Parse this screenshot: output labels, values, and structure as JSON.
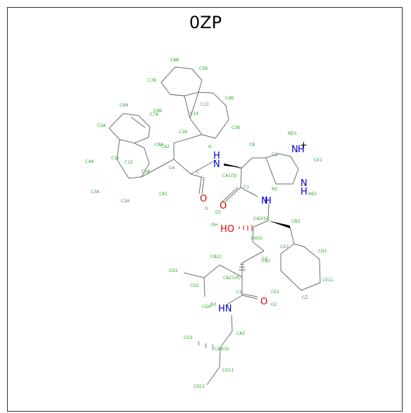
{
  "title": "0ZP",
  "colors": {
    "bond": "#6e6e6e",
    "atom_label": "#2ea22e",
    "nitrogen": "#0000cc",
    "oxygen": "#e00000"
  },
  "heteroatoms": [
    {
      "id": "h1",
      "text": "N",
      "color": "nitrogen"
    },
    {
      "id": "h2",
      "text": "H",
      "color": "nitrogen"
    },
    {
      "id": "h3",
      "text": "O",
      "color": "oxygen"
    },
    {
      "id": "h4",
      "text": "N",
      "color": "nitrogen"
    },
    {
      "id": "h5",
      "text": "H",
      "color": "nitrogen"
    },
    {
      "id": "h6",
      "text": "O",
      "color": "oxygen"
    },
    {
      "id": "h7",
      "text": "HO",
      "color": "oxygen"
    },
    {
      "id": "h8",
      "text": "O",
      "color": "oxygen"
    },
    {
      "id": "h9",
      "text": "HN",
      "color": "nitrogen"
    },
    {
      "id": "h10",
      "text": "N",
      "color": "nitrogen"
    },
    {
      "id": "h11",
      "text": "H",
      "color": "nitrogen"
    },
    {
      "id": "h12",
      "text": "H",
      "color": "nitrogen"
    },
    {
      "id": "h13",
      "text": "N",
      "color": "nitrogen"
    }
  ],
  "atom_labels": [
    "C8B",
    "C5B",
    "C7B",
    "C4B",
    "C6A",
    "C13",
    "C9B",
    "C14",
    "C7A",
    "C5A",
    "C3B",
    "C1B",
    "C8A",
    "C62",
    "CB",
    "C4A",
    "C11",
    "C12",
    "C1A",
    "C3A",
    "C2A",
    "CA",
    "C",
    "CB1",
    "O",
    "O1",
    "C1",
    "CA1(S)",
    "CG",
    "ND1",
    "CE1",
    "NE2",
    "N2",
    "OH",
    "CA2(S)",
    "CB3",
    "CH(S)",
    "CG1",
    "CD1",
    "CB2",
    "CB21",
    "CD3",
    "CG2",
    "CD4",
    "N3",
    "CA21(R)",
    "C2",
    "O2",
    "CE2",
    "CE11",
    "CZ",
    "CA3",
    "CG3",
    "CA4(S)",
    "CG11",
    "CD11",
    "H",
    "C4"
  ]
}
